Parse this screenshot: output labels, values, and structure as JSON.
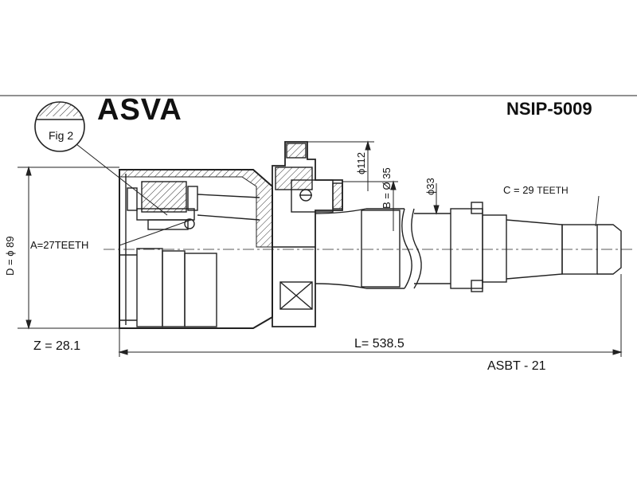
{
  "header": {
    "brand": "ASVA",
    "part_number": "NSIP-5009"
  },
  "figure_ref": "Fig 2",
  "dimensions": {
    "d_outer": "D = ϕ 89",
    "a_teeth": "A=27TEETH",
    "dia_112": "ϕ112",
    "b_bearing": "B = Ø 35",
    "dia_33": "ϕ33",
    "c_teeth_prefix": "C = 29",
    "c_teeth_suffix": "TEETH",
    "length": "L= 538.5",
    "z_value": "Z = 28.1"
  },
  "footer": {
    "model_code": "ASBT - 21"
  }
}
